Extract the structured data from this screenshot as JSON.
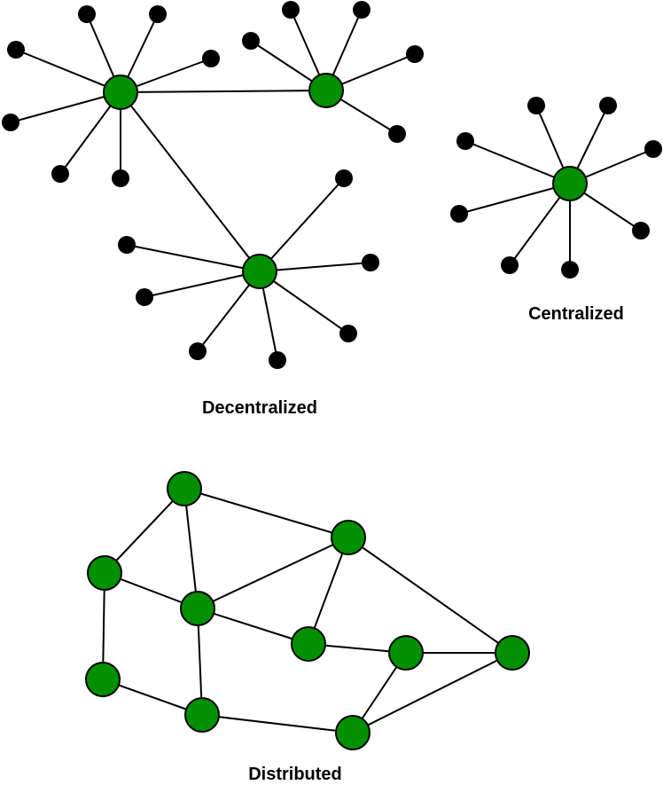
{
  "colors": {
    "node_green": "#009000",
    "leaf_black": "#000000",
    "edge": "#000000"
  },
  "labels": {
    "decentralized": "Decentralized",
    "centralized": "Centralized",
    "distributed": "Distributed"
  },
  "networks": {
    "decentralized": {
      "hubs": [
        "hub-1",
        "hub-2",
        "hub-3"
      ],
      "hub_links": [
        [
          "hub-1",
          "hub-2"
        ],
        [
          "hub-1",
          "hub-3"
        ]
      ],
      "leaf_counts": {
        "hub-1": 7,
        "hub-2": 5,
        "hub-3": 7
      }
    },
    "centralized": {
      "hubs": [
        "hub-1"
      ],
      "leaf_counts": {
        "hub-1": 8
      }
    },
    "distributed": {
      "nodes": [
        "A",
        "B",
        "C",
        "D",
        "E",
        "F",
        "G",
        "H",
        "I",
        "J"
      ],
      "edges": [
        [
          "A",
          "B"
        ],
        [
          "A",
          "C"
        ],
        [
          "A",
          "D"
        ],
        [
          "B",
          "C"
        ],
        [
          "B",
          "E"
        ],
        [
          "C",
          "D"
        ],
        [
          "C",
          "G"
        ],
        [
          "C",
          "F"
        ],
        [
          "D",
          "G"
        ],
        [
          "D",
          "J"
        ],
        [
          "G",
          "I"
        ],
        [
          "I",
          "J"
        ],
        [
          "I",
          "H"
        ],
        [
          "H",
          "J"
        ],
        [
          "E",
          "F"
        ],
        [
          "F",
          "H"
        ]
      ]
    }
  }
}
